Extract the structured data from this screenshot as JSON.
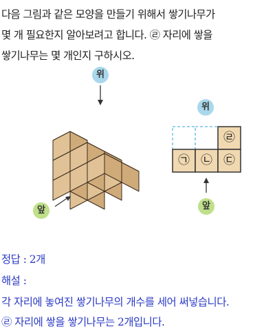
{
  "question": {
    "lines": [
      "다음 그림과 같은 모양을 만들기 위해서 쌓기나무가",
      "몇 개 필요한지 알아보려고 합니다. ㉣ 자리에 쌓을",
      "쌓기나무는 몇 개인지 구하시오."
    ]
  },
  "figure": {
    "top_label": "위",
    "front_label": "앞",
    "plan_top_label": "위",
    "plan_front_label": "앞",
    "plan_cells": [
      "㉠",
      "㉡",
      "㉢",
      "㉣"
    ]
  },
  "answer": {
    "answer_line": "정답 : 2개",
    "explanation_heading": "해설 :",
    "explanation_line1": "각 자리에 놓여진 쌓기나무의 개수를 세어 써넣습니다.",
    "explanation_line2": "㉣ 자리에 쌓을 쌓기나무는 2개입니다."
  },
  "colors": {
    "answer_text": "#2a39c4",
    "cube_top": "#f0d8b0",
    "cube_left": "#e0c296",
    "cube_right": "#d0ab7a",
    "badge_top": "#a9d8ec",
    "badge_front": "#bfe08a",
    "dashed_grid": "#58b6e0"
  }
}
